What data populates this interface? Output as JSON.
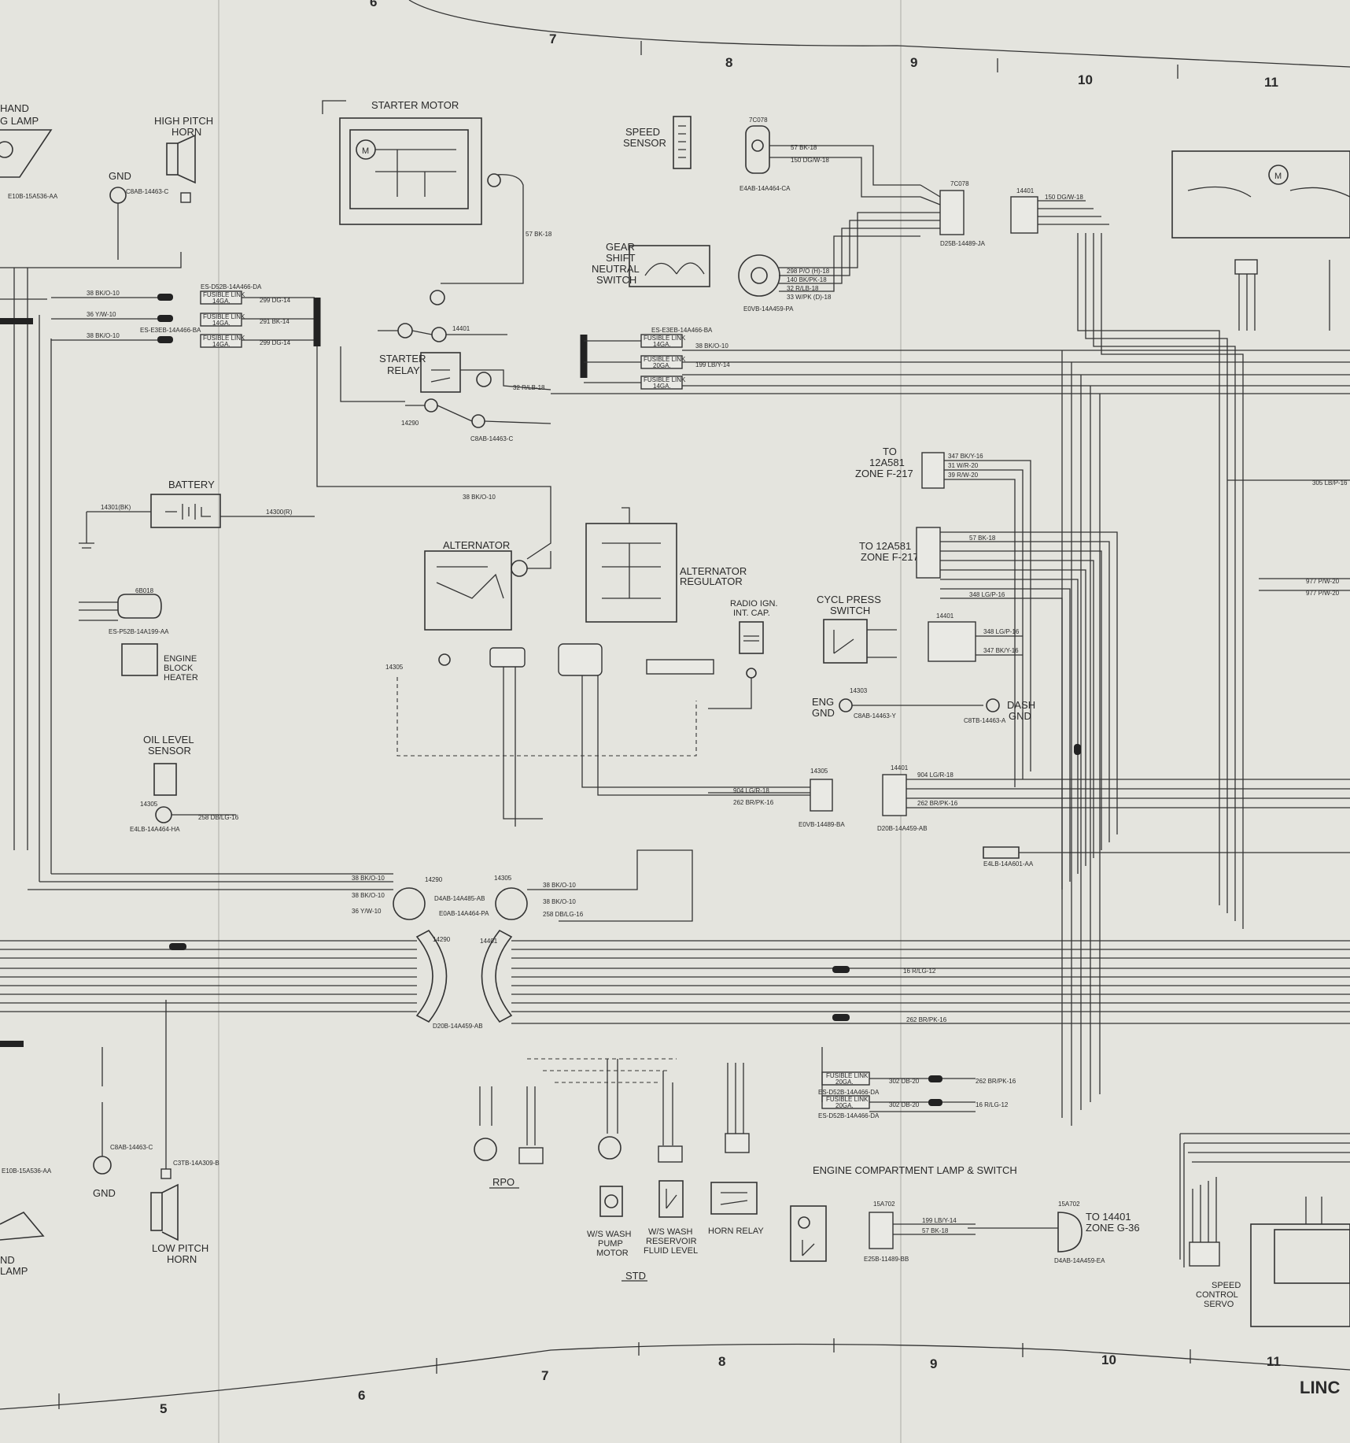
{
  "zones_top": [
    "6",
    "7",
    "8",
    "9",
    "10",
    "11"
  ],
  "zones_bottom": [
    "5",
    "6",
    "7",
    "8",
    "9",
    "10",
    "11"
  ],
  "title_fragment": "LINC",
  "components": {
    "starter_motor": "STARTER MOTOR",
    "high_pitch_horn": [
      "HIGH PITCH",
      "HORN"
    ],
    "gnd": "GND",
    "speed_sensor": [
      "SPEED",
      "SENSOR"
    ],
    "gear_shift_switch": [
      "GEAR",
      "SHIFT",
      "NEUTRAL",
      "SWITCH"
    ],
    "starter_relay": [
      "STARTER",
      "RELAY"
    ],
    "battery": "BATTERY",
    "alternator": "ALTERNATOR",
    "alternator_regulator": [
      "ALTERNATOR",
      "REGULATOR"
    ],
    "radio_ign_int_cap": [
      "RADIO IGN.",
      "INT. CAP."
    ],
    "cycl_press_switch": [
      "CYCL PRESS",
      "SWITCH"
    ],
    "eng_gnd": [
      "ENG",
      "GND"
    ],
    "dash_gnd": [
      "DASH",
      "GND"
    ],
    "to_12a581_a": [
      "TO",
      "12A581",
      "ZONE F-217"
    ],
    "to_12a581_b": [
      "TO 12A581",
      "ZONE F-217"
    ],
    "engine_block_heater": [
      "ENGINE",
      "BLOCK",
      "HEATER"
    ],
    "oil_level_sensor": [
      "OIL LEVEL",
      "SENSOR"
    ],
    "rpo": "RPO",
    "std": "STD",
    "ws_wash_pump_motor": [
      "W/S WASH",
      "PUMP",
      "MOTOR"
    ],
    "ws_wash_reservoir": [
      "W/S WASH",
      "RESERVOIR",
      "FLUID LEVEL"
    ],
    "horn_relay": "HORN RELAY",
    "engine_compartment_lamp": "ENGINE COMPARTMENT LAMP & SWITCH",
    "to_14401": [
      "TO 14401",
      "ZONE G-36"
    ],
    "low_pitch_horn": [
      "LOW PITCH",
      "HORN"
    ],
    "speed_control_servo": [
      "SPEED",
      "CONTROL",
      "SERVO"
    ],
    "hand_lamp_top": [
      "HAND",
      "G LAMP"
    ],
    "hand_lamp_bottom": [
      "ND",
      "LAMP"
    ]
  },
  "fusible_links": [
    {
      "label": "FUSIBLE LINK",
      "size": "14GA."
    },
    {
      "label": "FUSIBLE LINK",
      "size": "14GA."
    },
    {
      "label": "FUSIBLE LINK",
      "size": "14GA."
    },
    {
      "label": "FUSIBLE LINK",
      "size": "14GA."
    },
    {
      "label": "FUSIBLE LINK",
      "size": "20GA."
    },
    {
      "label": "FUSIBLE LINK",
      "size": "14GA."
    },
    {
      "label": "FUSIBLE LINK",
      "size": "20GA."
    },
    {
      "label": "FUSIBLE LINK",
      "size": "20GA."
    }
  ],
  "wire_labels": {
    "w38": "38 BK/O-10",
    "w36": "36 Y/W-10",
    "w299": "299 DG-14",
    "w291": "291 BK-14",
    "w57": "57 BK-18",
    "w150": "150 DG/W-18",
    "w298": "298 P/O (H)-18",
    "w140": "140 BK/PK-18",
    "w32": "32 R/LB-18",
    "w33": "33 W/PK (D)-18",
    "w347": "347 BK/Y-16",
    "w31": "31 W/R-20",
    "w39": "39 R/W-20",
    "w904": "904 LG/R-18",
    "w262": "262 BR/PK-16",
    "w258": "258 DB/LG-16",
    "w16": "16 R/LG-12",
    "w302": "302 DB-20",
    "w199": "199 LB/Y-14",
    "w977": "977 P/W-20",
    "w305": "305 LB/P-16",
    "w14301": "14301(BK)",
    "w14300": "14300(R)",
    "w348": "348 LG/P-16"
  },
  "part_numbers": {
    "p1": "ES-D52B-14A466-DA",
    "p2": "ES-E3EB-14A466-BA",
    "p3": "E4AB-14A464-CA",
    "p4": "E0VB-14A459-PA",
    "p5": "D25B-14489-JA",
    "p6": "D4AB-14A485-AB",
    "p7": "E0AB-14A464-PA",
    "p8": "D20B-14A459-AB",
    "p9": "E4LB-14A464-HA",
    "p10": "E0VB-14489-BA",
    "p11": "E4LB-14A601-AA",
    "p12": "E25B-11489-BB",
    "p13": "D4AB-14A459-EA",
    "p14": "ES-P52B-14A199-AA",
    "p15": "C8AB-14463-C",
    "p16": "C8AB-14463-Y",
    "p17": "C8TB-14463-A",
    "p18": "E10B-15A536-AA",
    "p19": "C3TB-14A309-B"
  },
  "connectors": {
    "c14401": "14401",
    "c14290": "14290",
    "c14305": "14305",
    "c14303": "14303",
    "c7c078": "7C078",
    "c15a702": "15A702",
    "c6b018": "6B018"
  }
}
